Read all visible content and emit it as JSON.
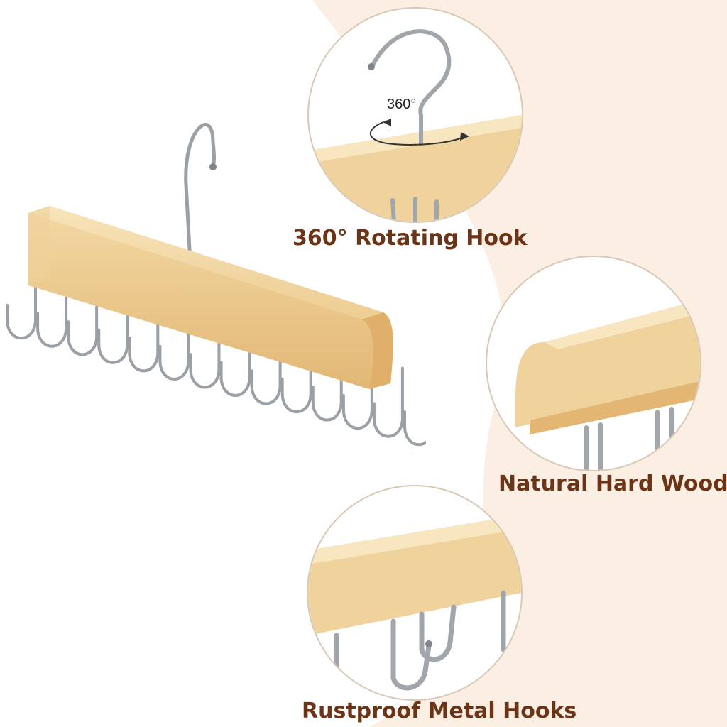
{
  "features": [
    {
      "caption": "360° Rotating Hook",
      "detail_label": "360°"
    },
    {
      "caption": "Natural Hard Wood"
    },
    {
      "caption": "Rustproof Metal Hooks"
    }
  ],
  "colors": {
    "caption_text": "#6b3416",
    "wood_light": "#f5dfb0",
    "wood_mid": "#ecc88a",
    "wood_dark": "#d9ae6a",
    "metal": "#9aa0a6",
    "background_tint": "#fbeee2"
  },
  "product": {
    "hook_count": 14
  }
}
